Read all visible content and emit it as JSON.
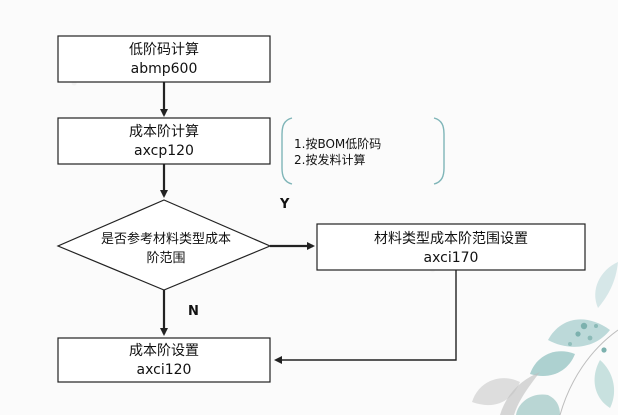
{
  "nodes": {
    "low_level_calc": {
      "line1": "低阶码计算",
      "line2": "abmp600"
    },
    "cost_level_calc": {
      "line1": "成本阶计算",
      "line2": "axcp120"
    },
    "decision": {
      "line1": "是否参考材料类型成本",
      "line2": "阶范围"
    },
    "material_range": {
      "line1": "材料类型成本阶范围设置",
      "line2": "axci170"
    },
    "cost_level_setting": {
      "line1": "成本阶设置",
      "line2": "axci120"
    }
  },
  "note": {
    "line1": "1.按BOM低阶码",
    "line2": "2.按发料计算"
  },
  "edge_labels": {
    "yes": "Y",
    "no": "N"
  },
  "colors": {
    "note_bracket": "#7fb5b8",
    "stroke": "#222222"
  }
}
